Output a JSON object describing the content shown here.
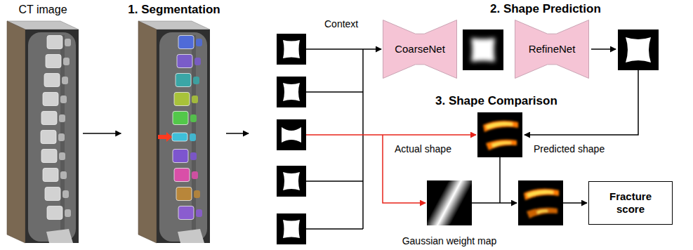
{
  "diagram": {
    "nodes": [
      {
        "text": [
          "CT image"
        ]
      },
      {
        "text": [
          "1. Segmentation"
        ]
      },
      {
        "text": [
          "CoarseNet"
        ]
      },
      {
        "text": [
          "RefineNet"
        ]
      },
      {
        "text": [
          "Gaussian weight map"
        ]
      },
      {
        "text": [
          "Fracture score"
        ]
      }
    ],
    "edges": [
      {
        "from": 0,
        "to": 1,
        "arrow": "to"
      }
    ],
    "labels": [
      "Context",
      "2. Shape Prediction",
      "3. Shape Comparison",
      "Actual shape",
      "Predicted shape"
    ]
  }
}
